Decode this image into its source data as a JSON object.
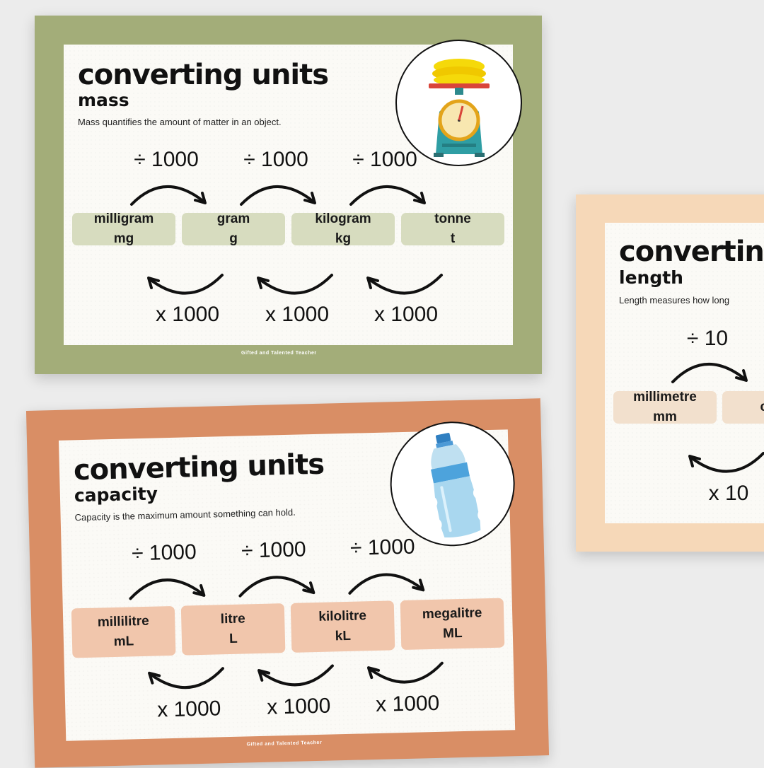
{
  "mass": {
    "title": "converting units",
    "subtitle": "mass",
    "description": "Mass quantifies the amount of matter in an object.",
    "divide_ops": [
      "÷ 1000",
      "÷ 1000",
      "÷ 1000"
    ],
    "multiply_ops": [
      "x 1000",
      "x 1000",
      "x 1000"
    ],
    "units": [
      {
        "name": "milligram",
        "abbr": "mg"
      },
      {
        "name": "gram",
        "abbr": "g"
      },
      {
        "name": "kilogram",
        "abbr": "kg"
      },
      {
        "name": "tonne",
        "abbr": "t"
      }
    ],
    "footer": "Gifted and Talented Teacher",
    "icon": "kitchen-scale-with-bananas-icon",
    "frame_color": "#a3ad79",
    "box_color": "#d7dcbf"
  },
  "capacity": {
    "title": "converting units",
    "subtitle": "capacity",
    "description": "Capacity is the maximum amount something can hold.",
    "divide_ops": [
      "÷ 1000",
      "÷ 1000",
      "÷ 1000"
    ],
    "multiply_ops": [
      "x 1000",
      "x 1000",
      "x 1000"
    ],
    "units": [
      {
        "name": "millilitre",
        "abbr": "mL"
      },
      {
        "name": "litre",
        "abbr": "L"
      },
      {
        "name": "kilolitre",
        "abbr": "kL"
      },
      {
        "name": "megalitre",
        "abbr": "ML"
      }
    ],
    "footer": "Gifted and Talented Teacher",
    "icon": "water-bottle-icon",
    "frame_color": "#d98e65",
    "box_color": "#f1c6ac"
  },
  "length": {
    "title": "convertin",
    "subtitle": "length",
    "description": "Length measures how long",
    "divide_ops": [
      "÷ 10"
    ],
    "multiply_ops": [
      "x 10"
    ],
    "units": [
      {
        "name": "millimetre",
        "abbr": "mm"
      },
      {
        "name": "cent",
        "abbr": ""
      }
    ],
    "frame_color": "#f6d8b8",
    "box_color": "#f2e0cd"
  }
}
